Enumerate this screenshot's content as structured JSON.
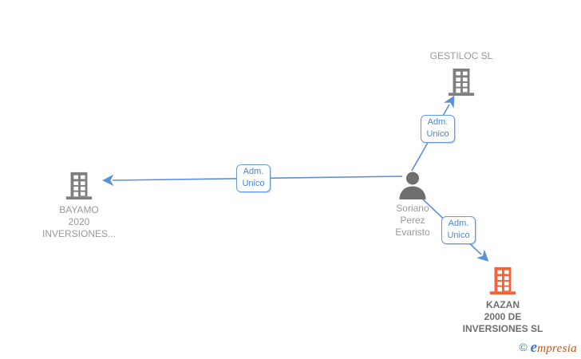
{
  "diagram": {
    "nodes": [
      {
        "id": "gestiloc",
        "type": "company",
        "lines": [
          "GESTILOC SL"
        ]
      },
      {
        "id": "bayamo",
        "type": "company",
        "lines": [
          "BAYAMO",
          "2020",
          "INVERSIONES..."
        ]
      },
      {
        "id": "person",
        "type": "person",
        "lines": [
          "Soriano",
          "Perez",
          "Evaristo"
        ]
      },
      {
        "id": "kazan",
        "type": "company",
        "highlighted": true,
        "lines": [
          "KAZAN",
          "2000 DE",
          "INVERSIONES SL"
        ]
      }
    ],
    "edges": [
      {
        "from": "Soriano Perez Evaristo",
        "to": "GESTILOC SL",
        "label_lines": [
          "Adm.",
          "Unico"
        ]
      },
      {
        "from": "Soriano Perez Evaristo",
        "to": "BAYAMO 2020 INVERSIONES...",
        "label_lines": [
          "Adm.",
          "Unico"
        ]
      },
      {
        "from": "Soriano Perez Evaristo",
        "to": "KAZAN 2000 DE INVERSIONES SL",
        "label_lines": [
          "Adm.",
          "Unico"
        ]
      }
    ]
  },
  "colors": {
    "edge_blue": "#5b8fd9",
    "edge_label_border": "#6699e0",
    "edge_label_text": "#4a86d8",
    "company_icon_gray": "#7f7f7f",
    "company_icon_orange": "#f4623a",
    "person_icon_gray": "#6e6e6e",
    "node_label_gray": "#999999",
    "kazan_label_gray": "#6e6e6e",
    "brand_copyright_teal": "#2398ad",
    "brand_e_blue": "#4179bd",
    "brand_rest_orange": "#bf5a26"
  },
  "watermark": {
    "copyright": "©",
    "brand_e": "e",
    "brand_rest": "mpresia"
  }
}
